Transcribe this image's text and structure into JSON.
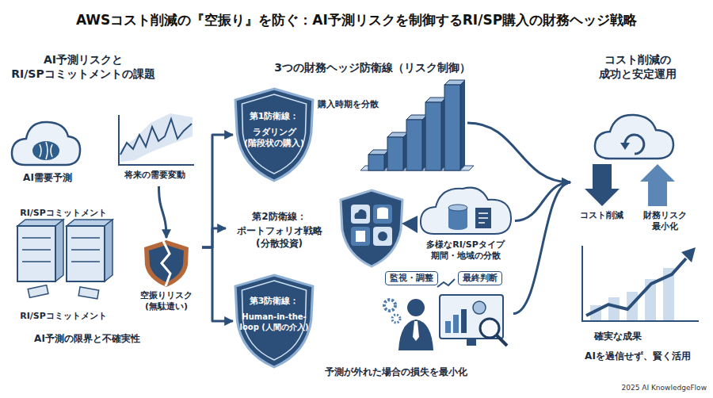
{
  "diagram": {
    "title": "AWSコスト削減の『空振り』を防ぐ：AI予測リスクを制御するRI/SP購入の財務ヘッジ戦略",
    "nodes": [
      {
        "text": [
          "AI需要予測"
        ]
      },
      {
        "text": [
          "将来の需要変動"
        ]
      },
      {
        "text": [
          "RI/SPコミットメント",
          "RI/SPコミットメント"
        ]
      },
      {
        "text": [
          "空振りリスク (無駄遣い)"
        ]
      },
      {
        "text": [
          "第1防衛線：",
          "ラダリング (階段状の購入)"
        ]
      },
      {
        "text": [
          "購入時期を分散"
        ]
      },
      {
        "text": [
          "第2防衛線：",
          "ポートフォリオ戦略 (分散投資)"
        ]
      },
      {
        "text": [
          "多様なRI/SPタイプ 期間・地域の分散"
        ]
      },
      {
        "text": [
          "第3防衛線：",
          "Human-in-the-loop (人間の介入)"
        ]
      },
      {
        "text": [
          "監視・調整",
          "最終判断"
        ]
      },
      {
        "text": [
          "コスト削減",
          "財務リスク 最小化"
        ]
      },
      {
        "text": [
          "確実な成果"
        ]
      }
    ],
    "edges": [
      {
        "from": 1,
        "to": 3,
        "arrow": "to"
      },
      {
        "from": 3,
        "to": 4,
        "arrow": "to"
      },
      {
        "from": 3,
        "to": 6,
        "arrow": "to"
      },
      {
        "from": 3,
        "to": 8,
        "arrow": "to"
      },
      {
        "from": 5,
        "to": 10,
        "arrow": "to"
      },
      {
        "from": 7,
        "to": 10,
        "arrow": "to"
      },
      {
        "from": 9,
        "to": 10,
        "arrow": "to"
      }
    ],
    "labels": [
      "AI予測リスクと RI/SPコミットメントの課題",
      "3つの財務ヘッジ防衛線（リスク制御）",
      "コスト削減の 成功と安定運用",
      "AI予測の限界と不確実性",
      "予測が外れた場合の損失を最小化",
      "AIを過信せず、賢く活用",
      "2025 AI KnowledgeFlow"
    ]
  }
}
